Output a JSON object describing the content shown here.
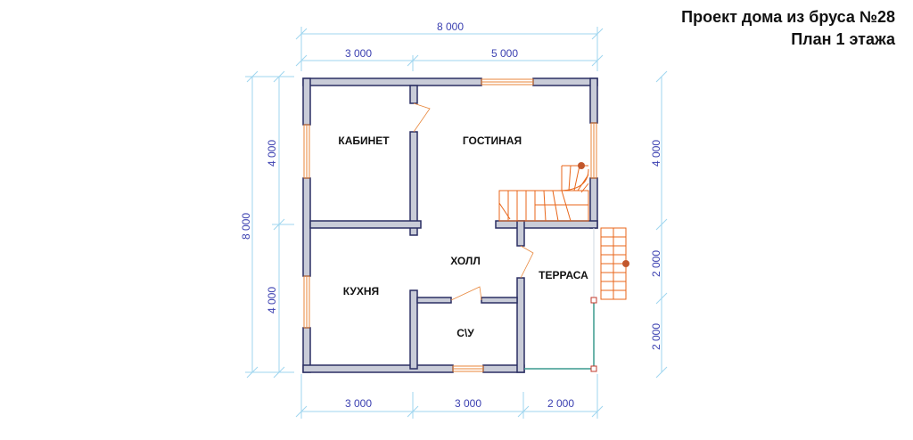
{
  "title": {
    "project": "Проект дома из бруса №28",
    "floor": "План 1 этажа"
  },
  "rooms": {
    "study": "КАБИНЕТ",
    "living": "ГОСТИНАЯ",
    "hall": "ХОЛЛ",
    "kitchen": "КУХНЯ",
    "terrace": "ТЕРРАСА",
    "bathroom": "С\\У"
  },
  "dimensions": {
    "top_total": "8 000",
    "top_left": "3 000",
    "top_right": "5 000",
    "bottom_1": "3 000",
    "bottom_2": "3 000",
    "bottom_3": "2 000",
    "left_total": "8 000",
    "left_upper": "4 000",
    "left_lower": "4 000",
    "right_upper": "4 000",
    "right_mid": "2 000",
    "right_lower": "2 000"
  },
  "colors": {
    "wall_fill": "#c9ccd8",
    "wall_stroke": "#2b2f63",
    "dim_text": "#3a3fb0",
    "dim_line": "#9fd6ef",
    "window": "#e8863a",
    "stair": "#e8661a",
    "terrace_rail": "#3a9a8e"
  }
}
